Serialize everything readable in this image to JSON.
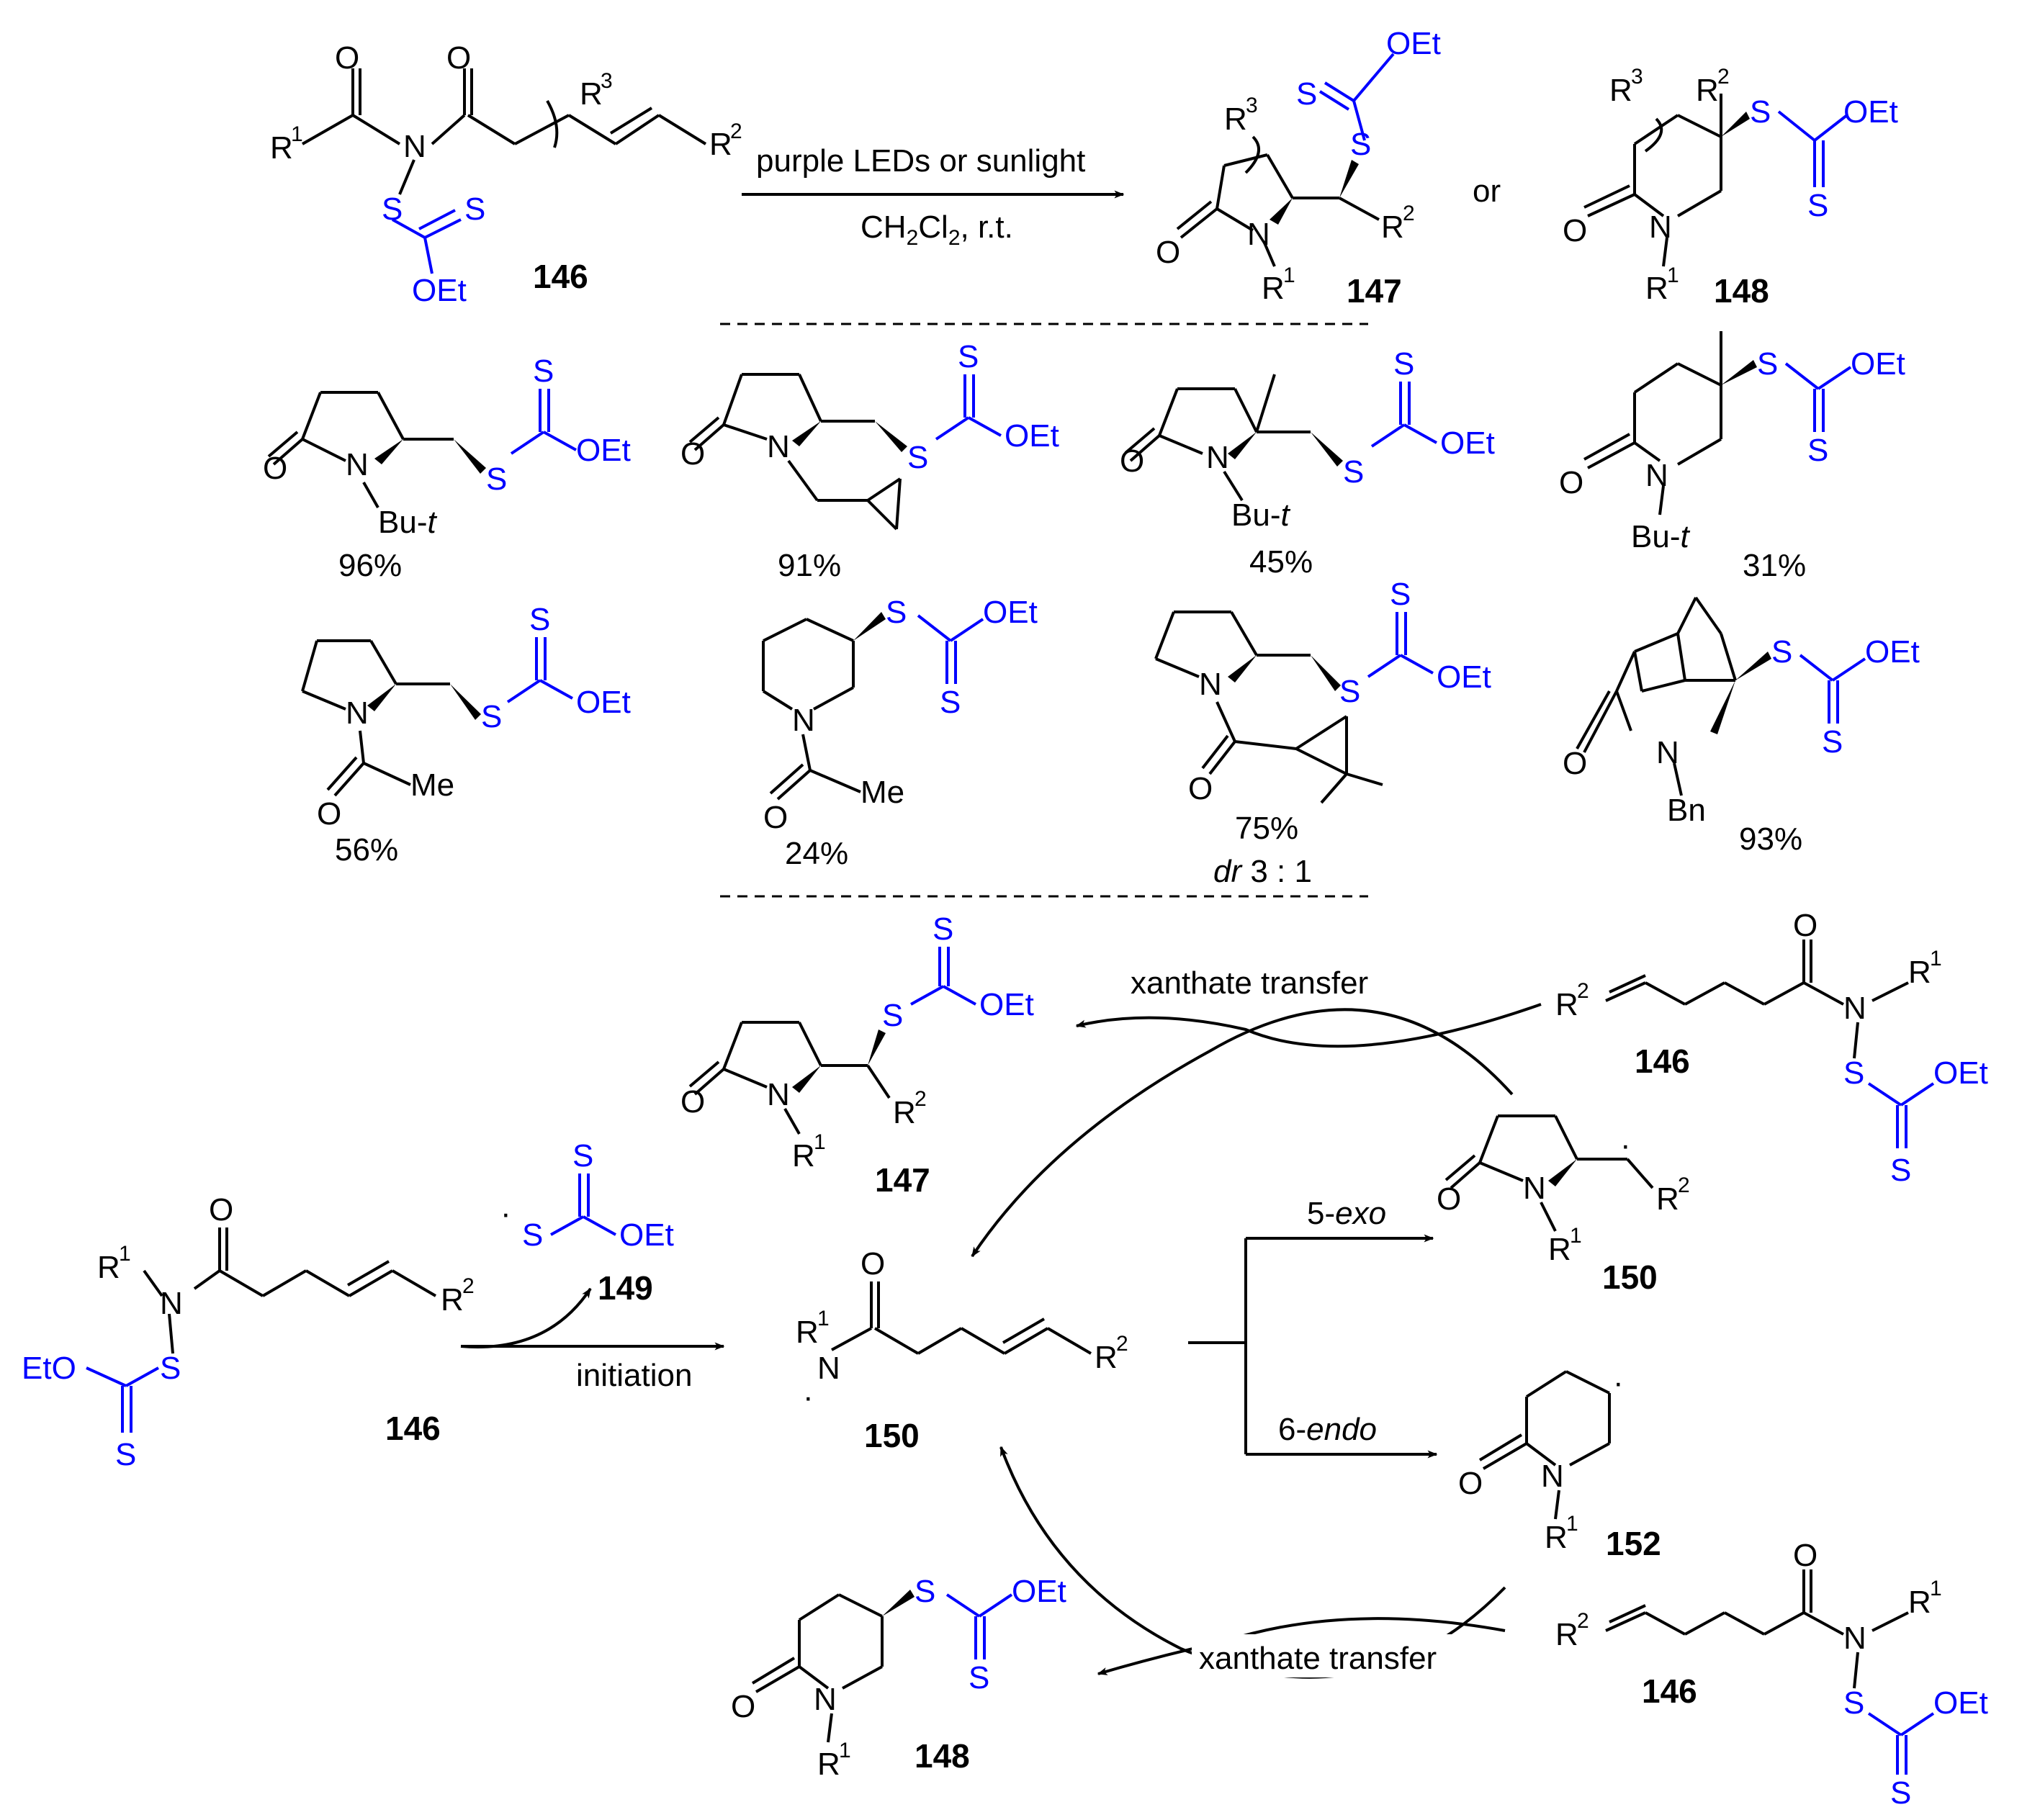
{
  "colors": {
    "bond": "#000000",
    "xanthate": "#0000ff",
    "background": "#ffffff"
  },
  "atoms": {
    "O": "O",
    "N": "N",
    "S": "S",
    "OEt": "OEt",
    "EtO": "EtO",
    "R1": "R",
    "R2": "R",
    "R3": "R",
    "sup1": "1",
    "sup2": "2",
    "sup3": "3",
    "Me": "Me",
    "Bn": "Bn",
    "Bu": "Bu-",
    "t": "t",
    "radical": "·"
  },
  "top_reaction": {
    "conditions_above": "purple LEDs or sunlight",
    "conditions_below_a": "CH",
    "conditions_below_sub1": "2",
    "conditions_below_b": "Cl",
    "conditions_below_sub2": "2",
    "conditions_below_c": ", r.t.",
    "or": "or",
    "labels": [
      "146",
      "147",
      "148"
    ]
  },
  "examples": {
    "yields": [
      "96%",
      "91%",
      "45%",
      "31%",
      "56%",
      "24%",
      "75%",
      "93%"
    ],
    "dr_italic": "dr",
    "dr_value": " 3 : 1"
  },
  "mechanism": {
    "xanthate_transfer_top": "xanthate transfer",
    "xanthate_transfer_bottom": "xanthate transfer",
    "initiation": "initiation",
    "exo_prefix": "5-",
    "exo_italic": "exo",
    "endo_prefix": "6-",
    "endo_italic": "endo",
    "labels": {
      "l146a": "146",
      "l146b": "146",
      "l146c": "146",
      "l147": "147",
      "l148": "148",
      "l149": "149",
      "l150a": "150",
      "l150b": "150",
      "l152": "152"
    }
  }
}
